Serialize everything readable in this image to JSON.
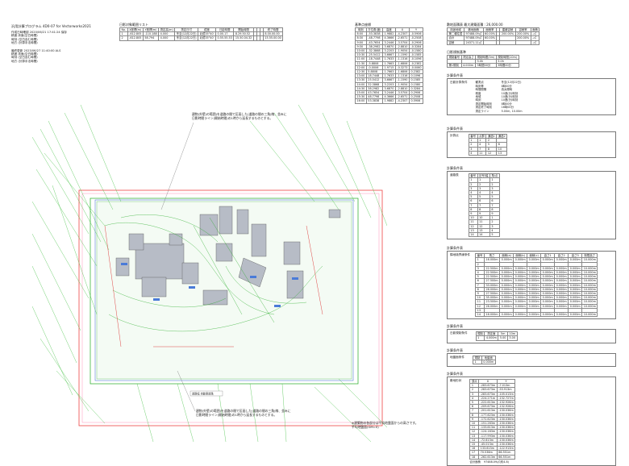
{
  "header": {
    "title": "汎用計算プログラム  4D0-07  for Vectorworks2021",
    "lines": [
      "作成日時確認  2020/06/21 17:41:24 保存",
      "   精度  床面(空白時間)",
      "   時刻  (空白含む時間)",
      "   地方  (計算手法時間)"
    ],
    "lines2": [
      "最終更新  2023/06/27 11:40:00 ALS",
      "   精度  床面(空白時間)",
      "   時刻  (空白含む時間)",
      "   地方  (計算手法時間)"
    ]
  },
  "top_table": {
    "title": "日影対象範囲リスト",
    "headers": [
      "No.",
      "X座標(m)",
      "Y座標(m)",
      "測定高(m)",
      "測定日付",
      "緯度",
      "日影時間",
      "開始時間",
      "",
      "",
      "",
      "終了時間"
    ],
    "rows": [
      [
        "1",
        "-612.805",
        "-110.188",
        "4.000",
        "冬至(12月22日)",
        "北緯35°40′",
        "0.00.17",
        "8.29.50.52",
        "",
        "",
        "",
        "8.00.00.00"
      ],
      [
        "2",
        "-612.805",
        "58.794",
        "4.000",
        "冬至(12月22日)",
        "北緯35°40′",
        "0.55.55.53",
        "15.50.04.32",
        "",
        "",
        "",
        "15.55.00.00"
      ]
    ]
  },
  "coord_table": {
    "title": "基準点座標",
    "headers": [
      "時刻",
      "方位角(度)",
      "高度",
      "X",
      "Y"
    ],
    "rows": [
      [
        "8:00",
        "-53.3838",
        "1.9882",
        "-4.2307",
        "-0.5906"
      ],
      [
        "8:30",
        "-48.7798",
        "4.3666",
        "-2.6571",
        "-0.2508"
      ],
      [
        "9:00",
        "-43.7654",
        "3.2446",
        "-3.5704",
        "-0.2906"
      ],
      [
        "9:30",
        "-38.2982",
        "3.6870",
        "-2.8810",
        "-0.3284"
      ],
      [
        "10:00",
        "-32.3868",
        "3.2203",
        "-1.9054",
        "-0.1580"
      ],
      [
        "10:30",
        "-25.5412",
        "3.6667",
        "-1.1590",
        "-0.1585"
      ],
      [
        "11:00",
        "-18.7448",
        "1.7633",
        "-1.1316",
        "-0.1096"
      ],
      [
        "11:30",
        "-5.8808",
        "1.7663",
        "-1.6806",
        "-0.2382"
      ],
      [
        "12:00",
        "-0.0006",
        "1.9715",
        "-0.3273",
        "-0.0060"
      ],
      [
        "12:30",
        "5.8808",
        "1.7663",
        "-1.6806",
        "0.2382"
      ],
      [
        "13:00",
        "18.7448",
        "1.7633",
        "-1.1316",
        "0.1096"
      ],
      [
        "13:30",
        "25.5412",
        "3.6667",
        "-1.1590",
        "0.1585"
      ],
      [
        "14:00",
        "32.3868",
        "3.2203",
        "-1.9054",
        "0.1580"
      ],
      [
        "14:30",
        "38.2982",
        "3.6870",
        "-2.8810",
        "0.3284"
      ],
      [
        "15:00",
        "43.7654",
        "3.2446",
        "-3.5704",
        "0.2906"
      ],
      [
        "15:30",
        "48.7798",
        "4.3666",
        "-2.6571",
        "0.2508"
      ],
      [
        "16:00",
        "53.3838",
        "1.9882",
        "-4.2307",
        "0.5906"
      ]
    ]
  },
  "right_top": {
    "title": "敷地面積表   最大建築面積 : 26,000.00",
    "headers": [
      "用途地域",
      "敷地面積",
      "面積率",
      "",
      "建蔽容積",
      "容積率",
      "面積"
    ],
    "rows": [
      [
        "第二種住居",
        "97488.09㎡",
        "60.00%",
        "",
        "200.00%",
        "200.00%",
        "-㎡"
      ],
      [
        "合計",
        "97488.09㎡",
        "60.00%",
        "",
        "",
        "200.00%",
        "-㎡"
      ],
      [
        "容積",
        "24371.11㎡",
        "",
        "",
        "",
        "",
        "-㎡"
      ]
    ]
  },
  "shade_limit": {
    "title": "日影規制基準",
    "headers": [
      "規制番号",
      "測定高さ",
      "規制時間(5m)",
      "規制時間(10m)"
    ],
    "rows": [
      [
        "",
        "",
        "5.0h",
        "3.0h"
      ],
      [
        "第1規制",
        "4.000m",
        "5時間00分",
        "3時間00分"
      ]
    ]
  },
  "calc_cond": {
    "title": "計算条件表",
    "label": "日影計算条件",
    "items": [
      [
        "観測点",
        "冬至(12月22日)"
      ],
      [
        "時刻帯",
        "8時00分"
      ],
      [
        "時間間隔",
        "真太陽時"
      ],
      [
        "精度",
        "10進(分)時刻"
      ],
      [
        "地域",
        "10進(分)時刻"
      ],
      [
        "時刻",
        "10進(分)時刻"
      ],
      [
        "測定開始時刻",
        "8時00分"
      ],
      [
        "測定終了時刻",
        "16時00分"
      ],
      [
        "測定ライン",
        "5.00m, 10.00m"
      ]
    ]
  },
  "cond2": {
    "title": "計算条件表",
    "label": "計算点",
    "headers": [
      "番号",
      "点群",
      "通過1",
      "通過2"
    ],
    "rows": [
      [
        "1",
        "1",
        "2",
        ""
      ],
      [
        "2",
        "4",
        "5",
        "6"
      ],
      [
        "3",
        "7",
        "8",
        "10"
      ],
      [
        "4",
        "11",
        "12",
        "13"
      ]
    ]
  },
  "cond3": {
    "title": "計算条件表",
    "label": "道路表",
    "headers": [
      "番号",
      "記号/幅",
      "角/点"
    ],
    "rows": [
      [
        "1",
        "1",
        "1"
      ],
      [
        "2",
        "2",
        "2"
      ],
      [
        "3",
        "3",
        "3"
      ],
      [
        "4",
        "4",
        "4"
      ],
      [
        "5",
        "5",
        "5"
      ],
      [
        "6",
        "6",
        "6"
      ],
      [
        "7",
        "7",
        "7"
      ],
      [
        "8",
        "8",
        "8"
      ],
      [
        "9",
        "9",
        "9"
      ],
      [
        "10",
        "10",
        "1"
      ],
      [
        "11",
        "11",
        "2"
      ],
      [
        "12",
        "12",
        "3"
      ],
      [
        "13",
        "13",
        "4"
      ],
      [
        "14",
        "14",
        "5"
      ]
    ]
  },
  "cond4": {
    "title": "計算条件表",
    "label": "隣地境界線条件",
    "headers": [
      "番号",
      "長さ",
      "面積(a)",
      "面積(b)",
      "面積(c)",
      "高さ1",
      "高さ2",
      "高さ3",
      "制限高さ"
    ],
    "rows": [
      [
        "1",
        "16.000m",
        "0.000m",
        "0.000m",
        "0.000m",
        "0.000m",
        "0.000m",
        "0.000m",
        "10.000m"
      ],
      [
        "2",
        "",
        "",
        "",
        "",
        "",
        "",
        "",
        ""
      ],
      [
        "3",
        "22.500m",
        "0.000m",
        "0.000m",
        "0.000m",
        "0.000m",
        "0.000m",
        "0.000m",
        "10.000m"
      ],
      [
        "4",
        "22.500m",
        "0.000m",
        "0.000m",
        "0.000m",
        "0.000m",
        "0.000m",
        "0.000m",
        "10.000m"
      ],
      [
        "5",
        "22.500m",
        "0.000m",
        "0.000m",
        "0.000m",
        "0.000m",
        "0.000m",
        "0.000m",
        "10.000m"
      ],
      [
        "6",
        "27.500m",
        "0.000m",
        "0.000m",
        "0.000m",
        "0.000m",
        "0.000m",
        "0.000m",
        "10.000m"
      ],
      [
        "7",
        "33.000m",
        "0.000m",
        "0.000m",
        "0.000m",
        "0.000m",
        "0.000m",
        "0.000m",
        "10.000m"
      ],
      [
        "8",
        "26.000m",
        "0.000m",
        "0.000m",
        "0.000m",
        "0.000m",
        "0.000m",
        "0.000m",
        "10.000m"
      ],
      [
        "9",
        "27.500m",
        "0.000m",
        "0.000m",
        "0.000m",
        "0.000m",
        "0.000m",
        "0.000m",
        "10.000m"
      ],
      [
        "10",
        "35.000m",
        "0.000m",
        "0.000m",
        "0.000m",
        "0.000m",
        "0.000m",
        "0.000m",
        "10.000m"
      ],
      [
        "11",
        "23.500m",
        "0.000m",
        "0.000m",
        "0.000m",
        "0.000m",
        "0.000m",
        "0.000m",
        "10.000m"
      ],
      [
        "12",
        "26.000m",
        "0.000m",
        "0.000m",
        "0.000m",
        "0.000m",
        "0.000m",
        "0.000m",
        "10.000m"
      ],
      [
        "13",
        "",
        "",
        "",
        "",
        "",
        "",
        "",
        ""
      ],
      [
        "14",
        "16.000m",
        "0.000m",
        "0.000m",
        "0.000m",
        "0.000m",
        "0.000m",
        "0.000m",
        "10.000m"
      ]
    ]
  },
  "cond5": {
    "title": "計算条件表",
    "label": "日影規制条件",
    "headers": [
      "規制",
      "測定面",
      "5m",
      "10m"
    ],
    "rows": [
      [
        "1",
        "4.000m",
        "5.00",
        "3.00"
      ]
    ]
  },
  "cond6": {
    "title": "計算条件表",
    "label": "地盤面条件",
    "headers": [
      "規制",
      "地盤面"
    ],
    "rows": [
      [
        "1",
        "0.000m"
      ]
    ]
  },
  "cond7": {
    "title": "計算条件表",
    "label": "敷地形状",
    "headers": [
      "頂点",
      "X",
      "Y"
    ],
    "rows": [
      [
        "1",
        "-283.673m",
        "-7.013m"
      ],
      [
        "2",
        "-283.673m",
        "-53.913m"
      ],
      [
        "3",
        "-283.673m",
        "-105.013m"
      ],
      [
        "4",
        "-224.271m",
        "-132.727m"
      ],
      [
        "5",
        "-222.613m",
        "-132.926m"
      ],
      [
        "6",
        "-209.673m",
        "-132.926m"
      ],
      [
        "7",
        "-201.613m",
        "-130.036m"
      ],
      [
        "8",
        "-177.623m",
        "-130.036m"
      ],
      [
        "9",
        "-172.623m",
        "-130.036m"
      ],
      [
        "10",
        "-151.263m",
        "-130.036m"
      ],
      [
        "11",
        "-133.613m",
        "-130.036m"
      ],
      [
        "12",
        "-124.163m",
        "-130.036m"
      ],
      [
        "13",
        "-117.993m",
        "-130.036m"
      ],
      [
        "14",
        "-72.613m",
        "-130.036m"
      ],
      [
        "15",
        "-45.013m",
        "-130.036m"
      ],
      [
        "16",
        "133.613m",
        "-122.913m"
      ],
      [
        "17",
        "70.536m",
        "66.551m"
      ],
      [
        "18",
        "-262.613m",
        "66.551m"
      ]
    ],
    "footer": "合計面積",
    "footer_val": "97488.09㎡(約4.8)"
  },
  "annotations": {
    "top": "建物(外壁)の範囲)を道路の間で区画した(道路の間の三角)線、並みに\n日影時間ライン(開始時間)の1時から延長するものとする。",
    "bottom": "建物(外壁)の範囲)を道路の間で区画した(道路の間の三角)線、並みに\n日影時間ライン(開始時間)の1時から延長するものとする。",
    "bottom_right": "※建築物の各部分は平均地盤面からの高さです。\n平均地盤面(GM=0)",
    "road_label": "道路幅 自動車道路"
  }
}
